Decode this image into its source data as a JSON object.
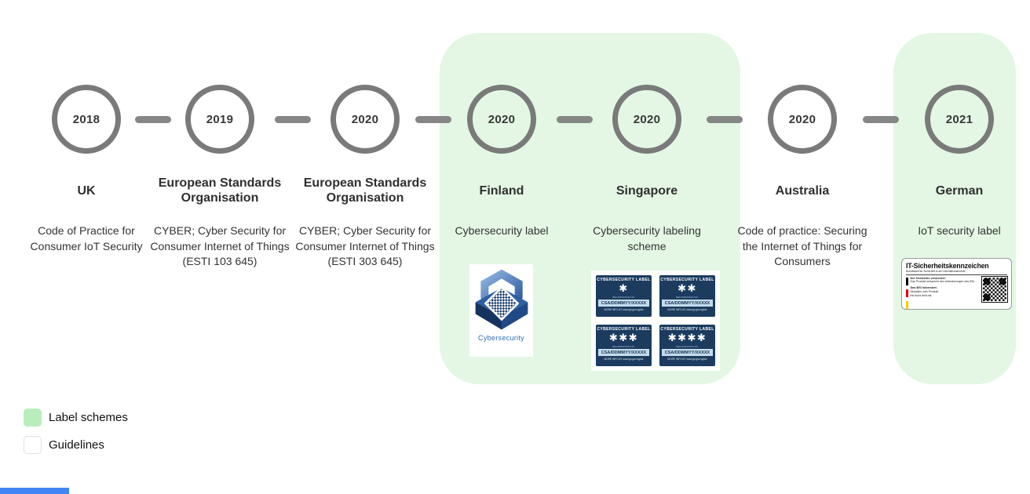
{
  "timeline": {
    "entries": [
      {
        "year": "2018",
        "name": "UK",
        "description": "Code of Practice for Consumer IoT Security",
        "type": "guideline"
      },
      {
        "year": "2019",
        "name": "European Standards Organisation",
        "description": "CYBER; Cyber Security for Consumer Internet of Things (ESTI 103 645)",
        "type": "guideline"
      },
      {
        "year": "2020",
        "name": "European Standards Organisation",
        "description": "CYBER; Cyber Security for Consumer Internet of Things (ESTI 303 645)",
        "type": "guideline"
      },
      {
        "year": "2020",
        "name": "Finland",
        "description": "Cybersecurity label",
        "type": "label-scheme"
      },
      {
        "year": "2020",
        "name": "Singapore",
        "description": "Cybersecurity labeling scheme",
        "type": "label-scheme"
      },
      {
        "year": "2020",
        "name": "Australia",
        "description": "Code of practice: Securing the Internet of Things for Consumers",
        "type": "guideline"
      },
      {
        "year": "2021",
        "name": "German",
        "description": "IoT security label",
        "type": "label-scheme"
      }
    ]
  },
  "finland_label": {
    "caption": "Cybersecurity"
  },
  "singapore_label_card": {
    "header": "CYBERSECURITY LABEL",
    "registration_caption": "REGISTRATION NO.",
    "registration": "CSA/DDMMYY/XXXXX",
    "footer": "MORE INFO AT: www.go.gov.sg/cls",
    "labels": [
      {
        "stars": "✱"
      },
      {
        "stars": "✱✱"
      },
      {
        "stars": "✱✱✱"
      },
      {
        "stars": "✱✱✱✱"
      }
    ]
  },
  "german_label_card": {
    "title": "IT-Sicherheitskennzeichen",
    "subtitle": "Bundesamt für Sicherheit in der Informationstechnik",
    "manufacturer_heading": "Der Hersteller versichert:",
    "manufacturer_text": "Das Produkt entspricht den Anforderungen des BSI.",
    "bsi_heading": "Das BSI informiert:",
    "bsi_text": "Aktuelles zum Produkt",
    "bsi_url": "bsi.bund.de/it-sik"
  },
  "legend": {
    "items": [
      {
        "label": "Label schemes",
        "swatch_color": "#b9edbb"
      },
      {
        "label": "Guidelines",
        "swatch_color": "#ffffff"
      }
    ]
  },
  "colors": {
    "label_scheme_panel": "#e3f7e4",
    "legend_green": "#b9edbb",
    "circle_ring": "#7a7a7a",
    "connector": "#868686",
    "singapore_navy": "#1b3c5f",
    "singapore_band": "#c3dcec",
    "accent_bar_blue": "#4285f4",
    "german_flag": [
      "#000000",
      "#e3000f",
      "#ffce00"
    ]
  }
}
